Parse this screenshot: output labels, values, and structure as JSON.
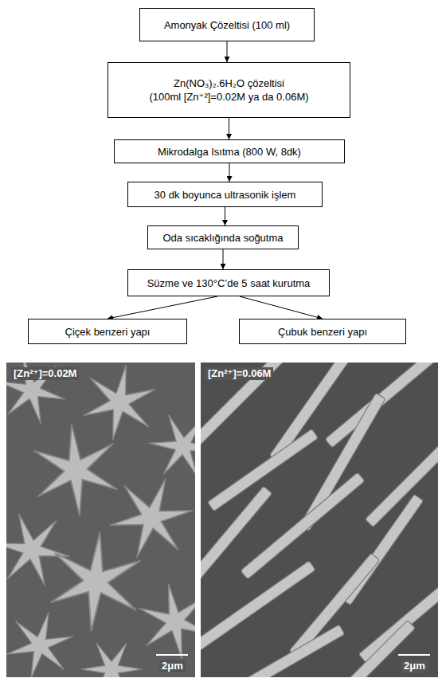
{
  "diagram": {
    "nodes": [
      {
        "text": [
          "Amonyak Çözeltisi (100 ml)"
        ]
      },
      {
        "text": [
          "Zn(NO₃)₂.6H₂O çözeltisi",
          "(100ml [Zn⁺²]=0.02M ya da 0.06M)"
        ]
      },
      {
        "text": [
          "Mikrodalga Isıtma (800 W, 8dk)"
        ]
      },
      {
        "text": [
          "30 dk boyunca ultrasonik işlem"
        ]
      },
      {
        "text": [
          "Oda sıcaklığında soğutma"
        ]
      },
      {
        "text": [
          "Süzme ve 130°C’de 5 saat kurutma"
        ]
      },
      {
        "text": [
          "Çiçek benzeri yapı"
        ]
      },
      {
        "text": [
          "Çubuk benzeri yapı"
        ]
      }
    ],
    "edges": [
      {
        "from": 0,
        "to": 1,
        "arrow": "to"
      },
      {
        "from": 1,
        "to": 2,
        "arrow": "to"
      },
      {
        "from": 2,
        "to": 3,
        "arrow": "to"
      },
      {
        "from": 3,
        "to": 4,
        "arrow": "to"
      },
      {
        "from": 4,
        "to": 5,
        "arrow": "to"
      },
      {
        "from": 5,
        "to": 6,
        "arrow": "to"
      },
      {
        "from": 5,
        "to": 7,
        "arrow": "to"
      }
    ],
    "labels": [
      "[Zn²⁺]=0.02M",
      "2μm",
      "[Zn²⁺]=0.06M",
      "2μm"
    ]
  }
}
